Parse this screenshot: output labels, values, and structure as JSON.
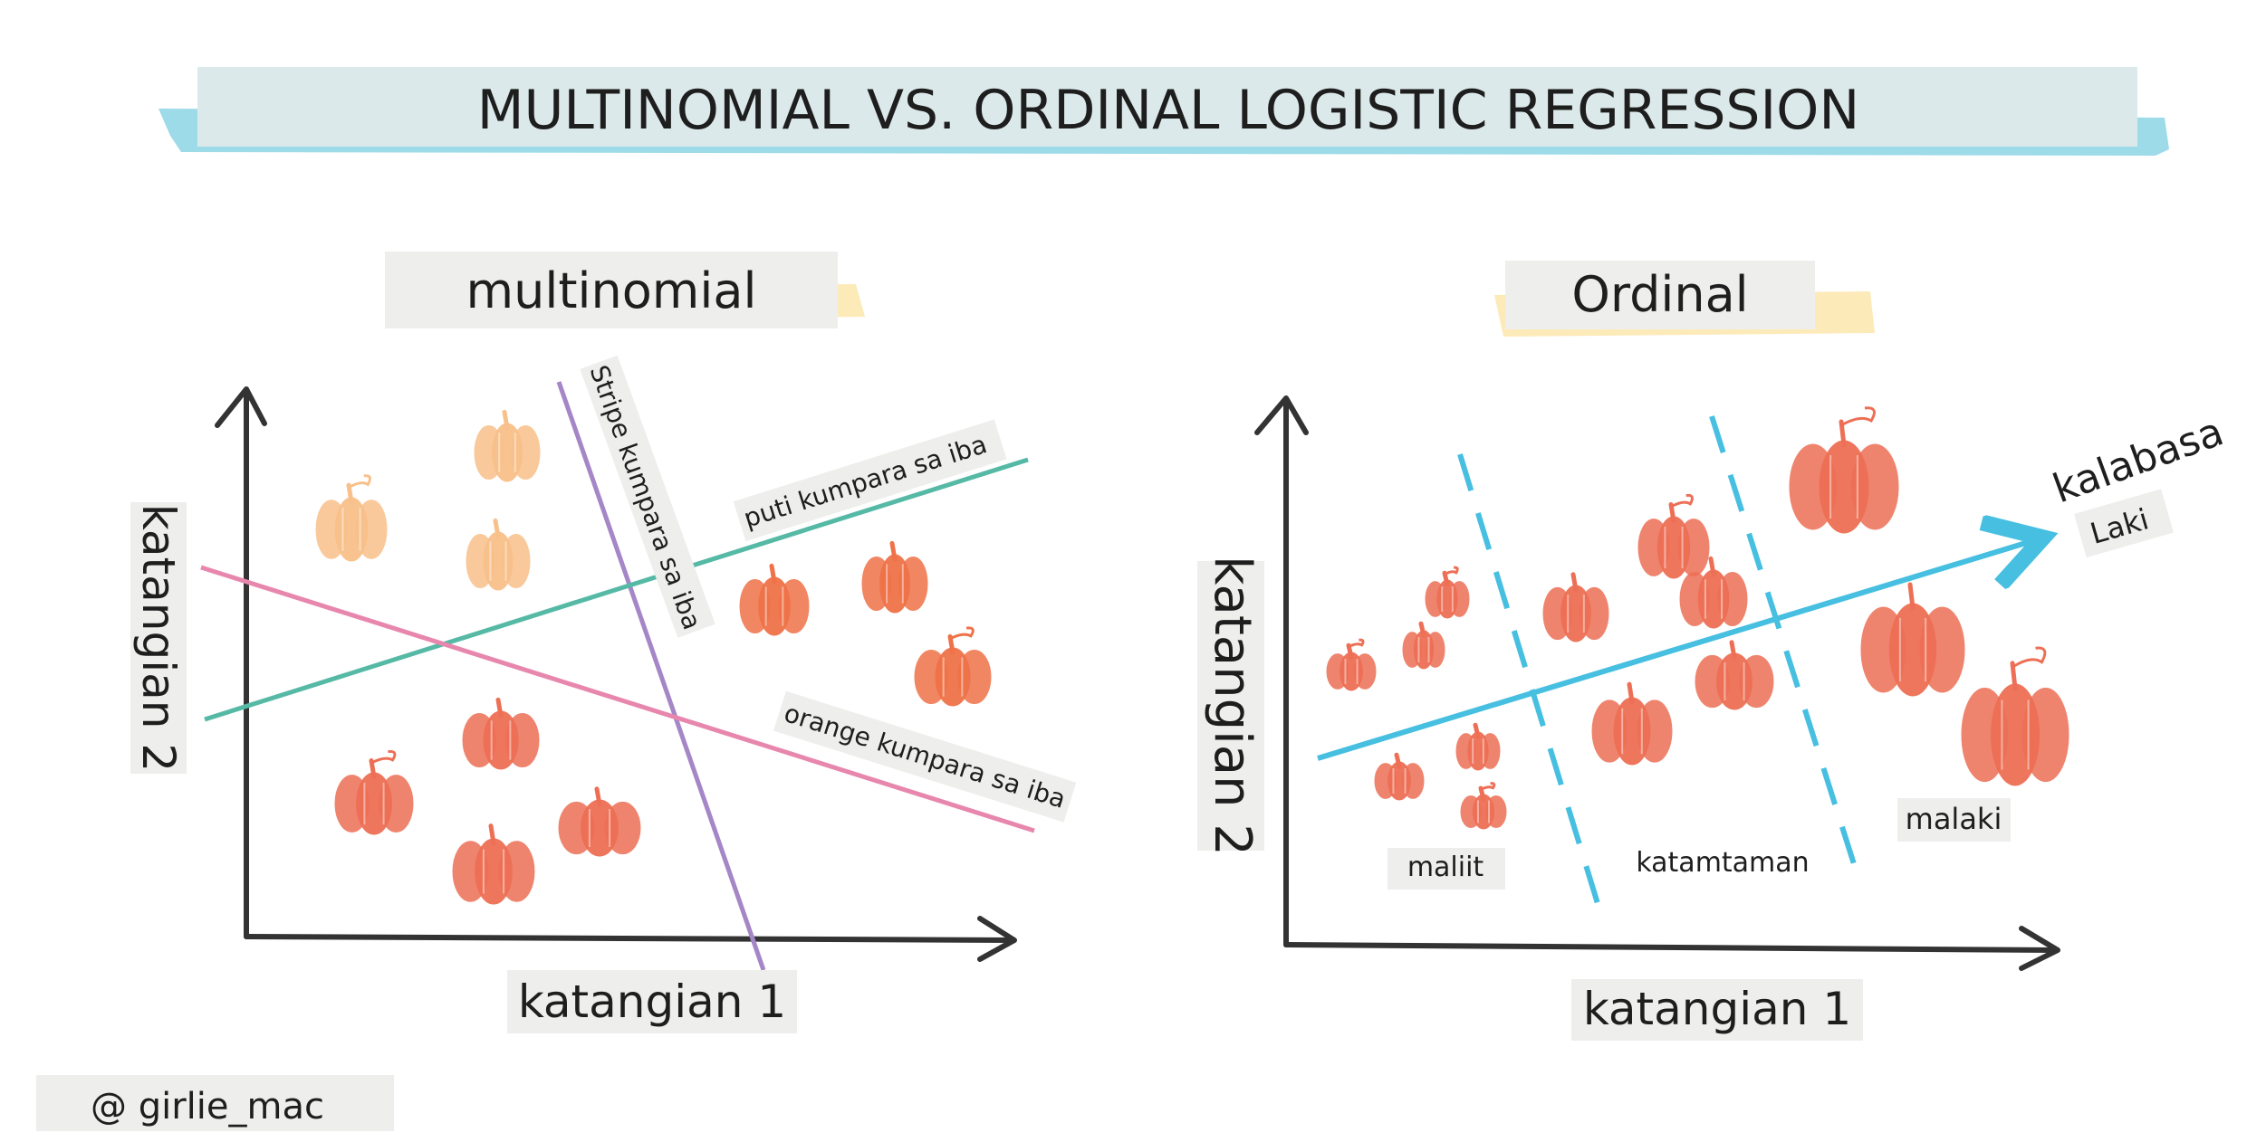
{
  "title": "MULTINOMIAL VS. ORDINAL LOGISTIC REGRESSION",
  "multinomial": {
    "heading": "multinomial",
    "x_axis_label": "katangian 1",
    "y_axis_label": "katangian 2",
    "line_labels": {
      "stripe": "Stripe kumpara sa iba",
      "white": "puti kumpara sa iba",
      "orange": "orange kumpara sa iba"
    }
  },
  "ordinal": {
    "heading": "Ordinal",
    "x_axis_label": "katangian 1",
    "y_axis_label": "katangian 2",
    "arrow_label_1": "kalabasa",
    "arrow_label_2": "Laki",
    "categories": {
      "small": "maliit",
      "medium": "katamtaman",
      "large": "malaki"
    }
  },
  "credit": "@ girlie_mac",
  "colors": {
    "title_band": "#dce9ea",
    "title_tape": "#7ccfe0",
    "heading_band": "#eeeeec",
    "heading_tape": "#fbe5a8",
    "axis": "#333333",
    "stripe_line": "#a586c6",
    "white_line": "#55b9a5",
    "orange_line": "#e887ad",
    "ordinal_line": "#46bfe0",
    "pumpkin_white": "#f8c08a",
    "pumpkin_orange": "#ef7248",
    "pumpkin_stripe": "#ed6f55"
  }
}
